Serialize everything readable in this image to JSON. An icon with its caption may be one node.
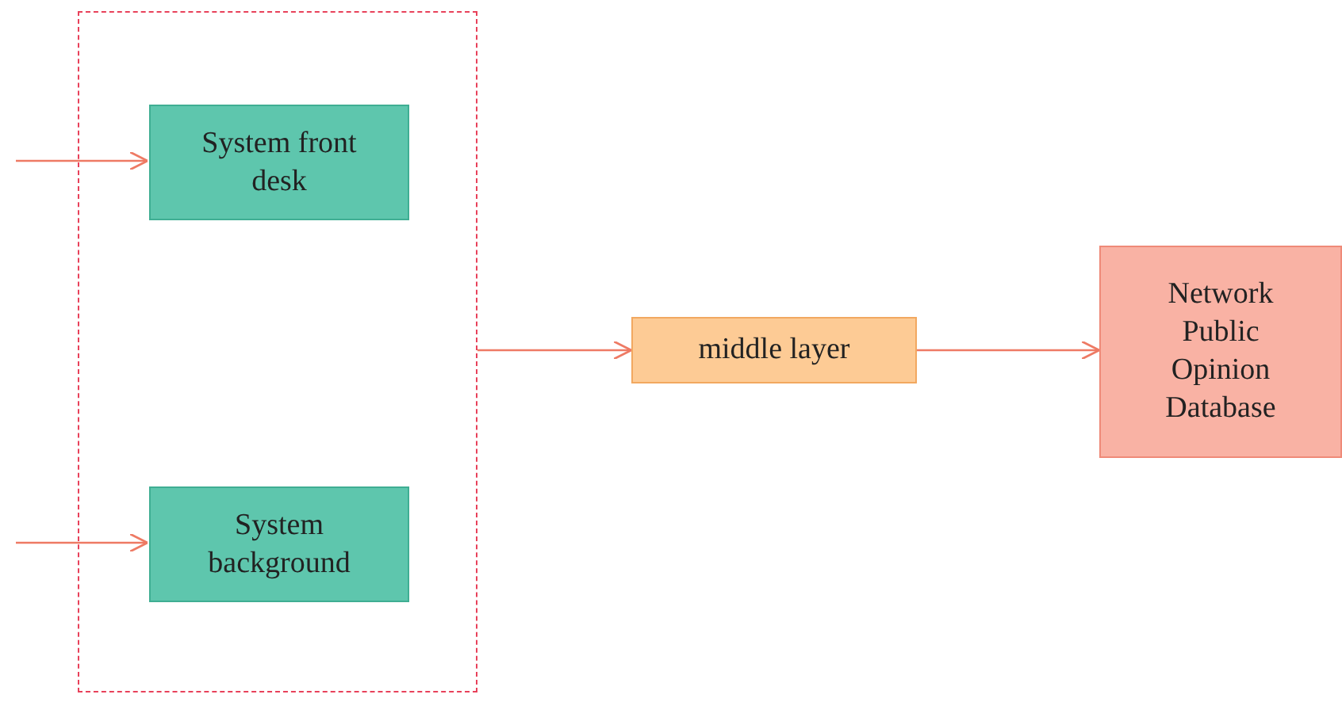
{
  "diagram": {
    "nodes": [
      {
        "text": [],
        "shape": "box"
      },
      {
        "text": [
          "System front desk"
        ],
        "in": 0
      },
      {
        "text": [
          "System background"
        ],
        "in": 0
      },
      {
        "text": [
          "middle layer"
        ]
      },
      {
        "text": [
          "Network Public Opinion Database"
        ]
      }
    ],
    "edges": [
      {
        "from": null,
        "to": 1,
        "arrow": "to"
      },
      {
        "from": null,
        "to": 2,
        "arrow": "to"
      },
      {
        "from": 0,
        "to": 3,
        "arrow": "to"
      },
      {
        "from": 3,
        "to": 4,
        "arrow": "to"
      }
    ]
  }
}
